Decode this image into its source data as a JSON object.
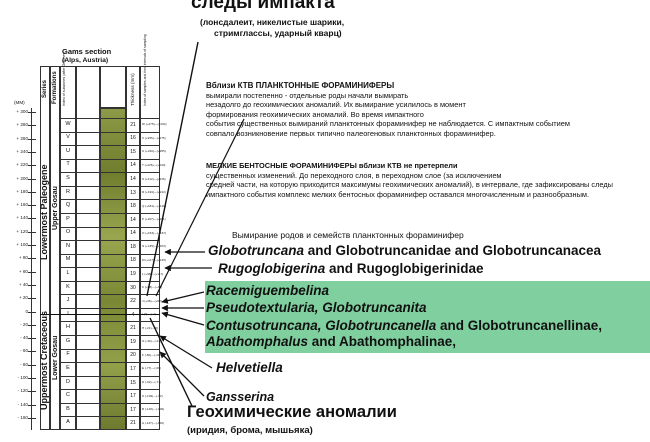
{
  "header": {
    "impact_title": "следы импакта",
    "impact_subtitle_1": "(лонсдалеит, никелистые шарики,",
    "impact_subtitle_2": "стримглассы,  ударный кварц)"
  },
  "section": {
    "title": "Gams section",
    "subtitle": "(Alps, Austria)",
    "scale_unit": "(MM)",
    "col_series": "Series",
    "col_formations": "Formations",
    "col_index": "Index of subzones (after Grachev)",
    "col_thickness": "Thickness (mm)",
    "col_samples": "Index of samples and their intervals of sampling",
    "series_paleogene": "Lowermost  Paleogene",
    "series_cretaceous": "Uppermost  Cretaceous",
    "formation_upper_gosau": "Upper  Gosau",
    "formation_lower_gosau": "Lower  Gosau",
    "scale_values": [
      "+ 300",
      "+ 280",
      "+ 260",
      "+ 240",
      "+ 220",
      "+ 200",
      "+ 180",
      "+ 160",
      "+ 140",
      "+ 120",
      "+ 100",
      "+ 80",
      "+ 60",
      "+ 40",
      "+ 20",
      "0",
      "- 20",
      "- 40",
      "- 60",
      "- 80",
      "- 100",
      "- 120",
      "- 140",
      "- 160"
    ],
    "zones": [
      {
        "id": "W",
        "thickness": "21"
      },
      {
        "id": "V",
        "thickness": "16"
      },
      {
        "id": "U",
        "thickness": "15"
      },
      {
        "id": "T",
        "thickness": "14"
      },
      {
        "id": "S",
        "thickness": "14"
      },
      {
        "id": "R",
        "thickness": "13"
      },
      {
        "id": "Q",
        "thickness": "18"
      },
      {
        "id": "P",
        "thickness": "14"
      },
      {
        "id": "O",
        "thickness": "14"
      },
      {
        "id": "N",
        "thickness": "18"
      },
      {
        "id": "M",
        "thickness": "18"
      },
      {
        "id": "L",
        "thickness": "19"
      },
      {
        "id": "K",
        "thickness": "30"
      },
      {
        "id": "J",
        "thickness": "22"
      },
      {
        "id": "I",
        "thickness": "4"
      },
      {
        "id": "H",
        "thickness": "21"
      },
      {
        "id": "G",
        "thickness": "19"
      },
      {
        "id": "F",
        "thickness": "20"
      },
      {
        "id": "E",
        "thickness": "17"
      },
      {
        "id": "D",
        "thickness": "15"
      },
      {
        "id": "C",
        "thickness": "17"
      },
      {
        "id": "B",
        "thickness": "17"
      },
      {
        "id": "A",
        "thickness": "21"
      }
    ],
    "samples": [
      "W (+275)—(+290)",
      "V (+255)—(+275)",
      "U (+240)—(+255)",
      "T (+226)—(+240)",
      "S (+212)—(+226)",
      "R (+199)—(+212)",
      "Q (+181)—(+199)",
      "P (+167)—(+181)",
      "O (+153)—(+167)",
      "N (+135)—(+153)",
      "M (+117)—(+135)",
      "L (+98)—(+117)",
      "K (+68)—(+98)",
      "J (+46)—(+68)",
      "I (0)—(+4)",
      "H (-21)—(0)",
      "G (-40)—(-21)",
      "F (-60)—(-40)",
      "E (-77)—(-60)",
      "D (-92)—(-77)",
      "C (-109)—(-92)",
      "B (-126)—(-109)",
      "A (-147)—(-126)"
    ]
  },
  "texts": {
    "planktonic_heading": "Вблизи КТВ ПЛАНКТОННЫЕ ФОРАМИНИФЕРЫ",
    "planktonic_lines": [
      "вымирали постепенно - отдельные роды начали вымирать",
      "незадолго до геохимических аномалий. Их вымирание усилилось в момент",
      "формирования геохимических аномалий. Во время импактного",
      "события существенных вымираний планктонных фораминифер не наблюдается. С импактным событием",
      "совпало возникновение первых типично палеогеновых планктонных фораминифер."
    ],
    "benthic_heading": "МЕЛКИЕ БЕНТОСНЫЕ ФОРАМИНИФЕРЫ  вблизи  КТВ не претерпели",
    "benthic_lines": [
      "существенных изменений. До переходного слоя, в переходном слое (за исключением",
      " средней части, на которую приходится максимумы геохимических аномалий), в интервале, где зафиксированы следы",
      "импактного события комплекс мелких бентосных фораминифер оставался многочисленным и разнообразным."
    ],
    "extinction_heading": "Вымирание родов и семейств планктонных фораминифер"
  },
  "taxa": {
    "t1_genus": "Globotruncana",
    "t1_rest": " and Globotruncanidae and Globotruncanacea",
    "t2_genus": "Rugoglobigerina",
    "t2_rest": " and Rugoglobigerinidae",
    "t3_genus": "Racemiguembelina",
    "t4_genus": "Pseudotextularia, Globotruncanita",
    "t5_genus_a": "Contusotruncana, ",
    "t5_genus_b": "Globotruncanella",
    "t5_rest": " and Globotruncanellinae,",
    "t6_genus": "Abathomphalus",
    "t6_rest": " and Abathomphalinae,",
    "t7_genus": "Helvetiella",
    "t8_genus": "Gansserina"
  },
  "footer": {
    "geochem_title": "Геохимические аномалии",
    "geochem_subtitle": "(иридия, брома, мышьяка)"
  },
  "colors": {
    "highlight": "#7fcf9f",
    "core_green": "#7c8a36",
    "line": "#111111"
  }
}
